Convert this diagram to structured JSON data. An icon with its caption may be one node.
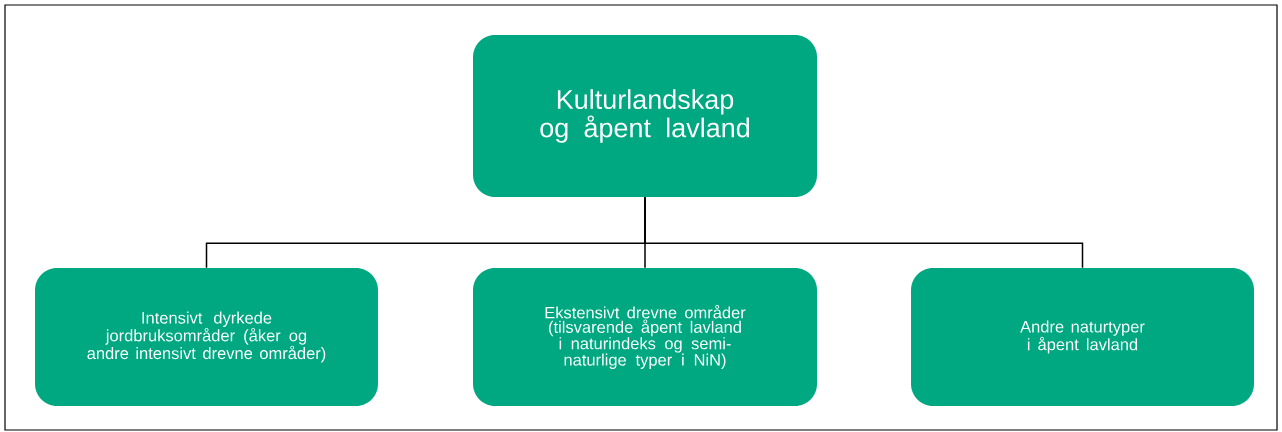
{
  "diagram": {
    "nodes": [
      {
        "text": [
          "Kulturlandskap og åpent lavland"
        ]
      },
      {
        "text": [
          "Intensivt dyrkede jordbruksområder (åker og andre intensivt drevne områder)"
        ]
      },
      {
        "text": [
          "Ekstensivt drevne områder (tilsvarende åpent lavland i naturindeks og semi-naturlige typer i NiN)"
        ]
      },
      {
        "text": [
          "Andre naturtyper i åpent lavland"
        ]
      }
    ],
    "edges": [
      {
        "from": 0,
        "to": 1,
        "arrow": "none"
      },
      {
        "from": 0,
        "to": 2,
        "arrow": "none"
      },
      {
        "from": 0,
        "to": 3,
        "arrow": "none"
      }
    ]
  }
}
